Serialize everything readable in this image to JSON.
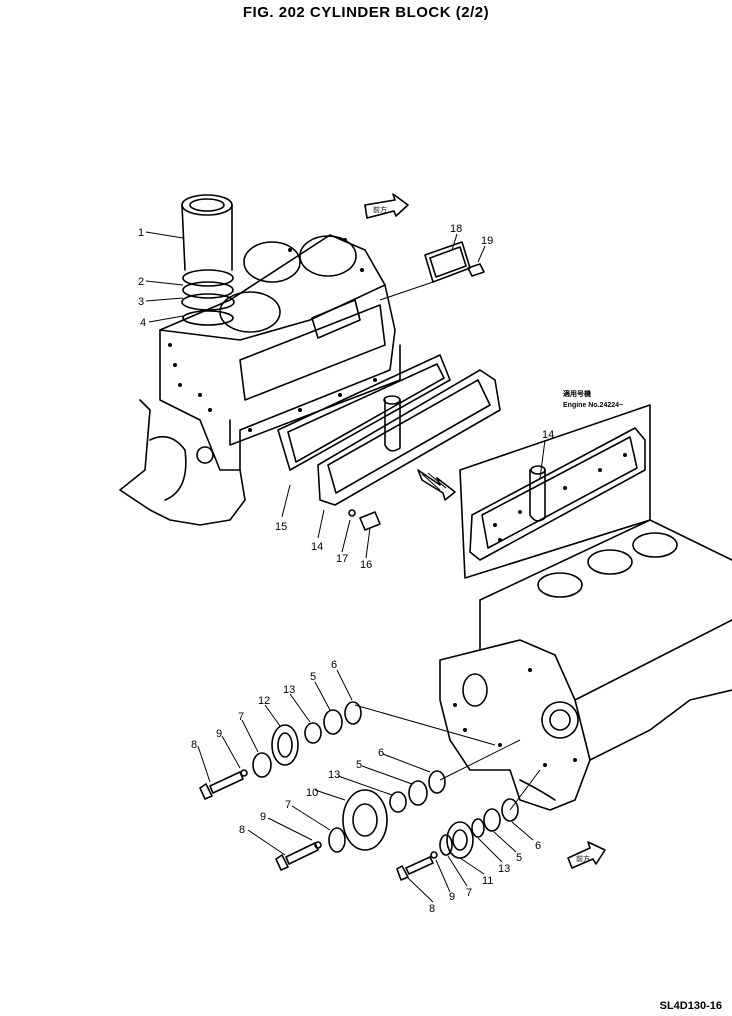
{
  "figure": {
    "title": "FIG. 202  CYLINDER  BLOCK  (2/2)",
    "code": "SL4D130-16"
  },
  "inset_note": {
    "line1": "適用号機",
    "line2": "Engine No.24224~"
  },
  "front_arrow_label": "前方",
  "callouts": {
    "c1": "1",
    "c2": "2",
    "c3": "3",
    "c4": "4",
    "c18": "18",
    "c19": "19",
    "c14a": "14",
    "c14b": "14",
    "c15": "15",
    "c17": "17",
    "c16": "16",
    "c6a": "6",
    "c5a": "5",
    "c13a": "13",
    "c12": "12",
    "c7a": "7",
    "c9a": "9",
    "c8a": "8",
    "c6b": "6",
    "c5b": "5",
    "c13b": "13",
    "c10": "10",
    "c7b": "7",
    "c9b": "9",
    "c8b": "8",
    "c6c": "6",
    "c5c": "5",
    "c13c": "13",
    "c11": "11",
    "c7c": "7",
    "c9c": "9",
    "c8c": "8"
  }
}
